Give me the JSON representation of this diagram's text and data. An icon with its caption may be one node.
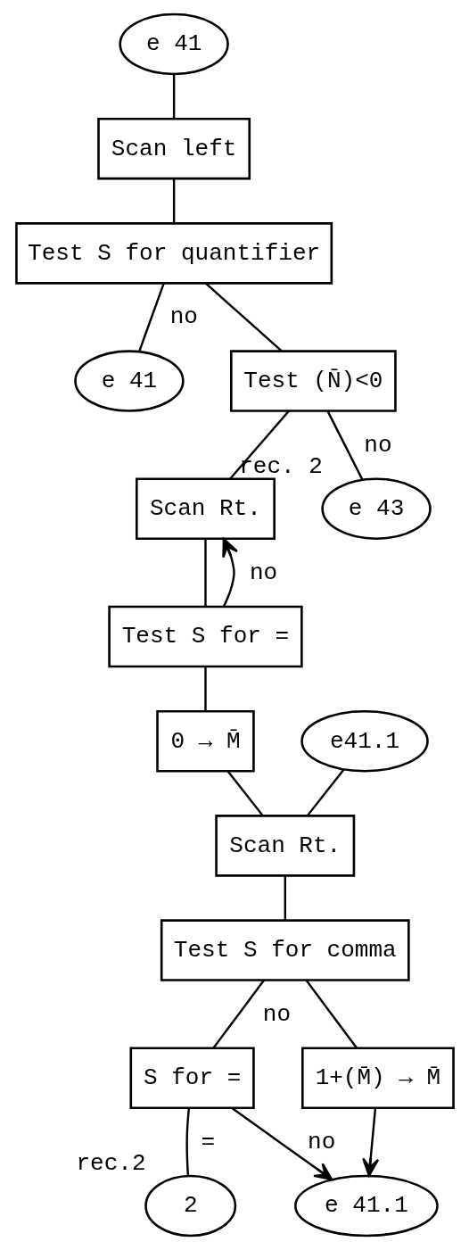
{
  "diagram": {
    "nodes": [
      {
        "text": [
          "e 41"
        ]
      },
      {
        "text": [
          "Scan left"
        ]
      },
      {
        "text": [
          "Test S for quantifier"
        ]
      },
      {
        "text": [
          "e 41"
        ]
      },
      {
        "text": [
          "Test (N̄)<0"
        ]
      },
      {
        "text": [
          "Scan Rt."
        ]
      },
      {
        "text": [
          "Test S for ="
        ]
      },
      {
        "text": [
          "e 43"
        ],
        "beside": [
          "rec. 2"
        ]
      },
      {
        "text": [
          "0 → M̄"
        ]
      },
      {
        "text": [
          "e41.1"
        ]
      },
      {
        "text": [
          "Scan Rt."
        ]
      },
      {
        "text": [
          "Test S for comma"
        ]
      },
      {
        "text": [
          "S for ="
        ]
      },
      {
        "text": [
          "1+(M̄) → M̄"
        ]
      },
      {
        "text": [
          "2"
        ],
        "beside": [
          "rec.2"
        ]
      },
      {
        "text": [
          "e 41.1"
        ]
      }
    ],
    "edges": [
      {
        "from": 0,
        "to": 1,
        "arrow": "none"
      },
      {
        "from": 1,
        "to": 2,
        "arrow": "none"
      },
      {
        "from": 2,
        "to": 3,
        "arrow": "none",
        "label": "no"
      },
      {
        "from": 2,
        "to": 4,
        "arrow": "none"
      },
      {
        "from": 4,
        "to": 5,
        "arrow": "none"
      },
      {
        "from": 4,
        "to": 7,
        "arrow": "none",
        "label": "no"
      },
      {
        "from": 5,
        "to": 6,
        "arrow": "none"
      },
      {
        "from": 6,
        "to": 5,
        "arrow": "to",
        "label": "no"
      },
      {
        "from": 6,
        "to": 8,
        "arrow": "none"
      },
      {
        "from": 8,
        "to": 10,
        "arrow": "none"
      },
      {
        "from": 9,
        "to": 10,
        "arrow": "none"
      },
      {
        "from": 10,
        "to": 11,
        "arrow": "none"
      },
      {
        "from": 11,
        "to": 12,
        "arrow": "none",
        "label": "no"
      },
      {
        "from": 11,
        "to": 13,
        "arrow": "none"
      },
      {
        "from": 12,
        "to": 14,
        "arrow": "none",
        "label": "="
      },
      {
        "from": 12,
        "to": 15,
        "arrow": "to",
        "label": "no"
      },
      {
        "from": 13,
        "to": 15,
        "arrow": "to"
      }
    ]
  }
}
